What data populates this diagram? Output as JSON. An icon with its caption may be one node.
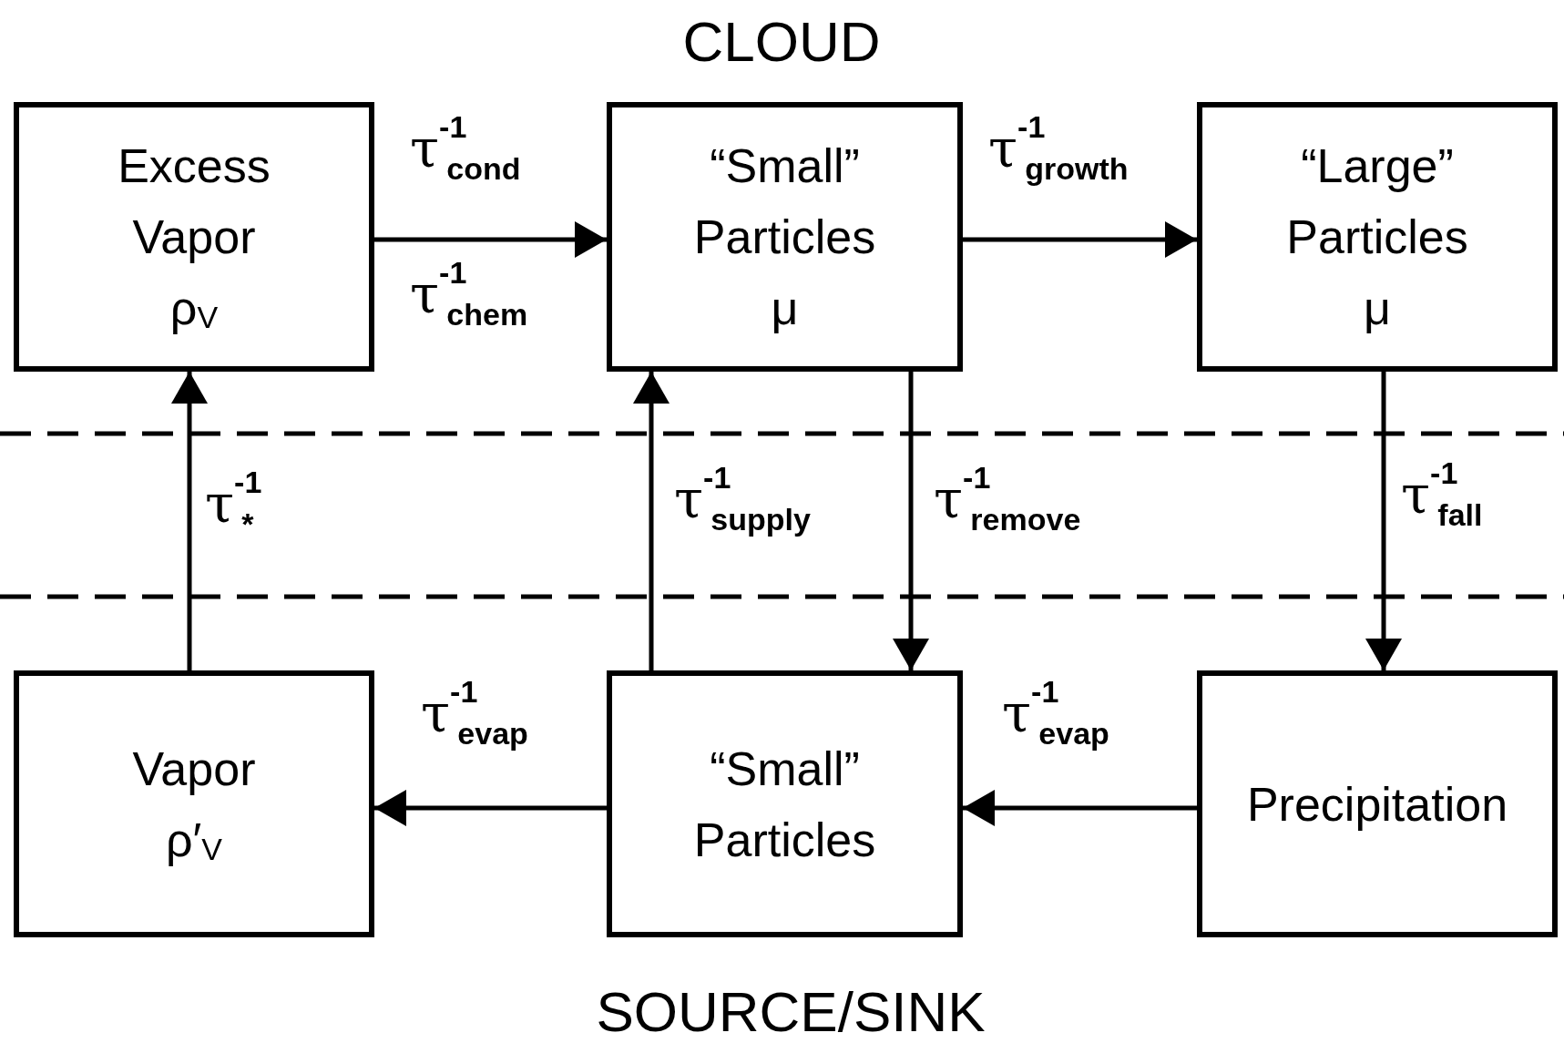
{
  "diagram": {
    "nodes": [
      {
        "text": [
          "Excess Vapor",
          "ρ$_{V}$"
        ]
      },
      {
        "text": [
          "“Small” Particles",
          "μ"
        ]
      },
      {
        "text": [
          "“Large” Particles",
          "μ"
        ]
      },
      {
        "text": [
          "Vapor",
          "ρ′$_{V}$"
        ]
      },
      {
        "text": [
          "“Small” Particles"
        ]
      },
      {
        "text": [
          "Precipitation"
        ]
      }
    ],
    "edges": [
      {
        "from": 0,
        "to": 1,
        "arrow": "to",
        "label": "τ$^{-1}$$_{cond}$"
      },
      {
        "from": 1,
        "to": 2,
        "arrow": "to",
        "label": "τ$^{-1}$$_{growth}$"
      },
      {
        "from": 3,
        "to": 0,
        "arrow": "to",
        "label": "τ$^{-1}$$_{*}$"
      },
      {
        "from": 4,
        "to": 1,
        "arrow": "to",
        "label": "τ$^{-1}$$_{supply}$"
      },
      {
        "from": 1,
        "to": 4,
        "arrow": "to",
        "label": "τ$^{-1}$$_{remove}$"
      },
      {
        "from": 2,
        "to": 5,
        "arrow": "to",
        "label": "τ$^{-1}$$_{fall}$"
      },
      {
        "from": 4,
        "to": 3,
        "arrow": "to",
        "label": "τ$^{-1}$$_{evap}$"
      },
      {
        "from": 5,
        "to": 4,
        "arrow": "to",
        "label": "τ$^{-1}$$_{evap}$"
      }
    ],
    "labels": [
      "CLOUD",
      "τ$^{-1}$$_{chem}$",
      "SOURCE/SINK"
    ]
  }
}
